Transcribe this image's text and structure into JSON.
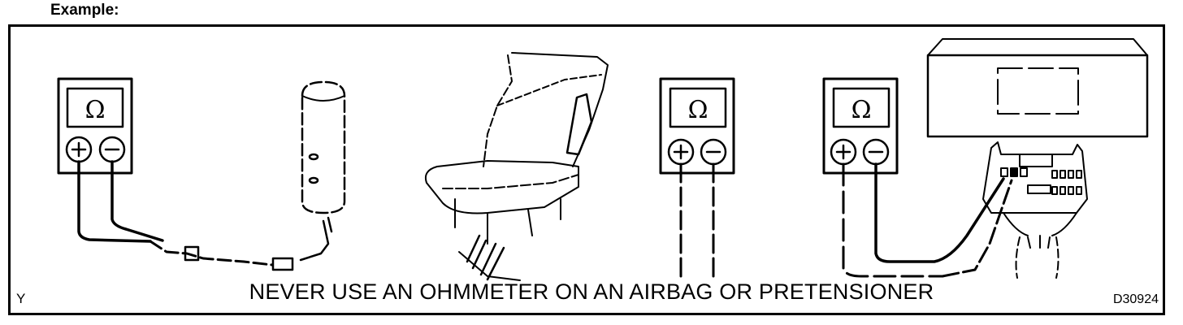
{
  "header": {
    "title": "Example:"
  },
  "diagram": {
    "warning": "NEVER USE AN OHMMETER ON AN AIRBAG OR PRETENSIONER",
    "corner_left": "Y",
    "figure_id": "D30924",
    "meter_symbol": "Ω",
    "plus_symbol": "+",
    "minus_symbol": "−"
  }
}
